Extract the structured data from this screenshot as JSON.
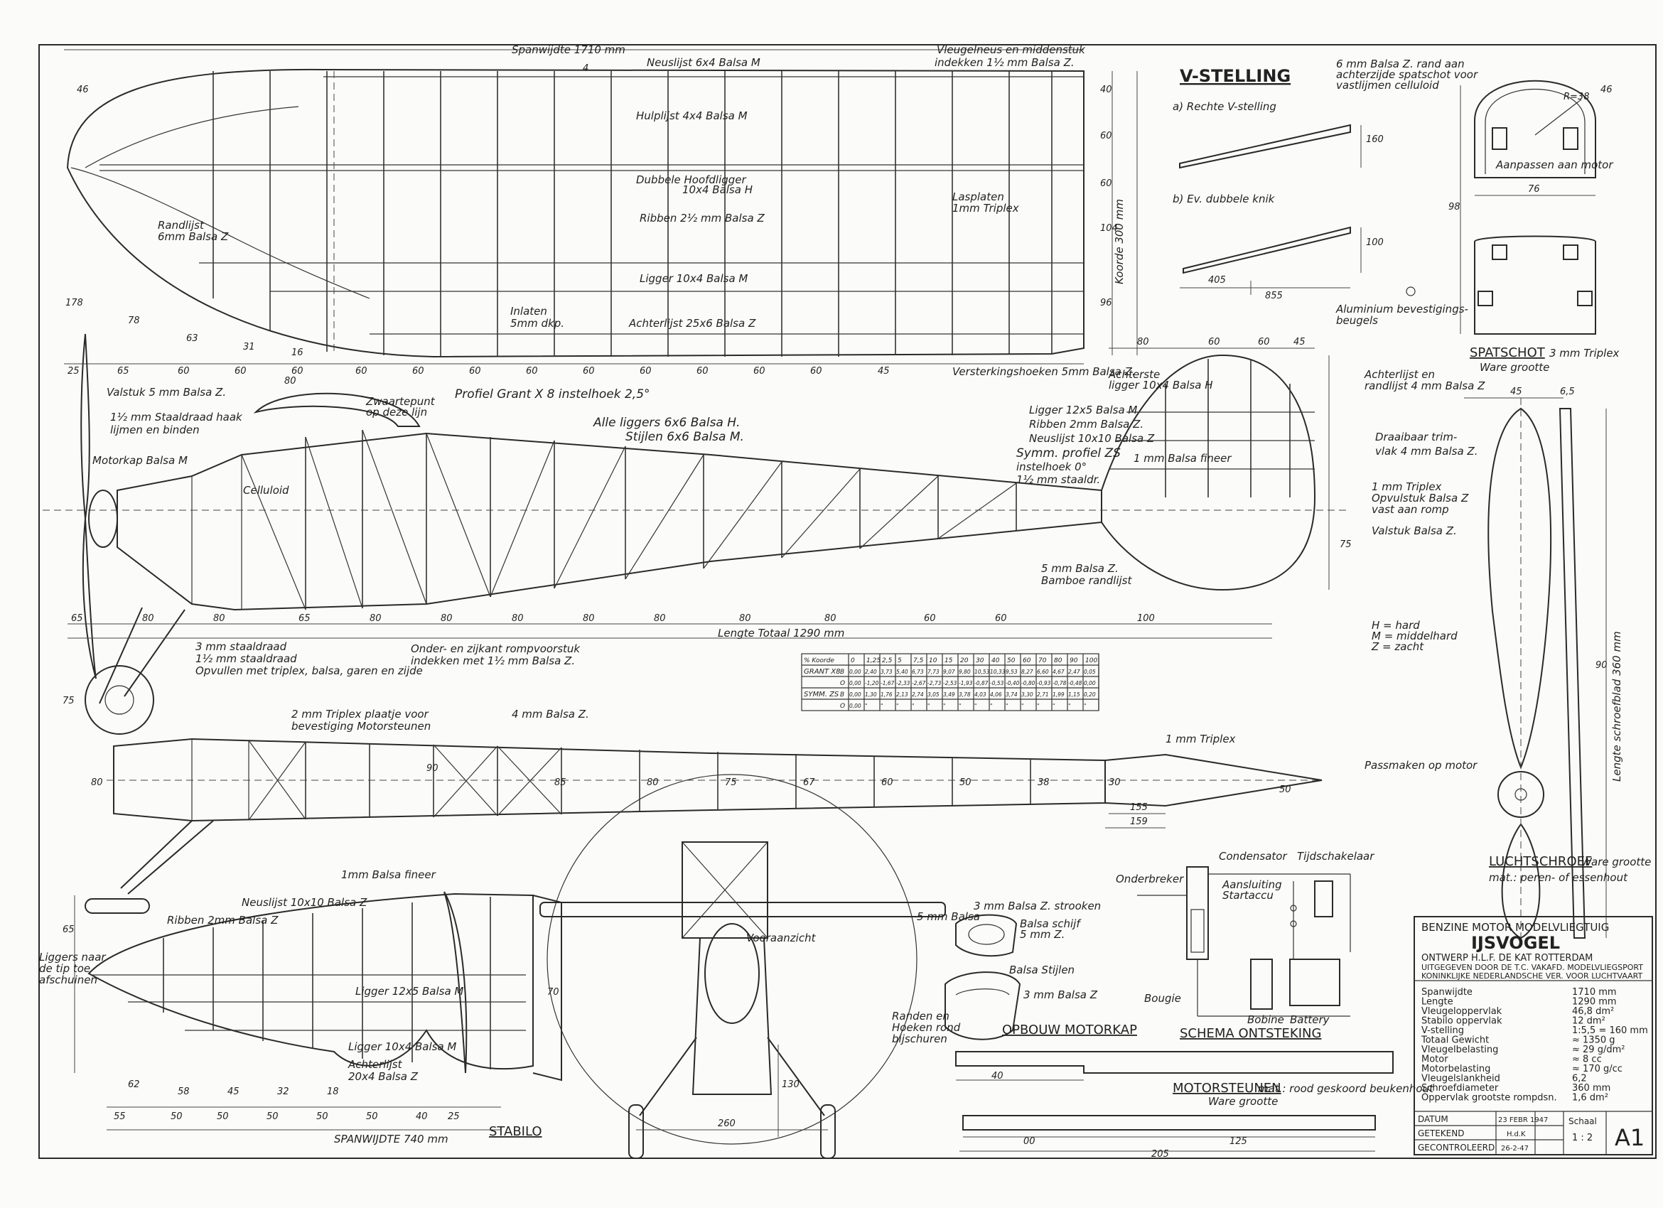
{
  "wing": {
    "span": "Spanwijdte 1710 mm",
    "nose_rib": "Neuslijst 6x4 Balsa M",
    "wing_note_1": "Vleugelneus en middenstuk",
    "wing_note_2": "indekken 1½ mm Balsa Z.",
    "aux_spar": "Hulplijst 4x4 Balsa M",
    "double_spar": "Dubbele Hoofdligger",
    "double_spar_2": "10x4 Balsa H",
    "ribs": "Ribben 2½ mm Balsa Z",
    "spar": "Ligger 10x4 Balsa M",
    "edge": "Randlijst",
    "edge_2": "6mm Balsa Z",
    "insets": "Inlaten",
    "insets_2": "5mm dkp.",
    "trailing": "Achterlijst 25x6 Balsa Z",
    "splice_1": "Lasplaten",
    "splice_2": "1mm Triplex",
    "chord": "Koorde 300 mm",
    "reinforce": "Versterkingshoeken 5mm Balsa Z.",
    "dims_top": [
      "46",
      "60",
      "104",
      "96",
      "60",
      "40"
    ],
    "dims_bottom": [
      "25",
      "65",
      "60",
      "60",
      "60",
      "60",
      "60",
      "60",
      "60",
      "60",
      "60",
      "60",
      "60",
      "60",
      "45"
    ],
    "dims_side": [
      "178",
      "78",
      "63",
      "31",
      "16",
      "4"
    ]
  },
  "vstelling": {
    "title": "V-STELLING",
    "a": "a) Rechte V-stelling",
    "b": "b) Ev. dubbele knik",
    "d160": "160",
    "d100": "100",
    "d405": "405",
    "d855": "855"
  },
  "spatschot": {
    "note_1": "6 mm Balsa Z. rand aan",
    "note_2": "achterzijde spatschot voor",
    "note_3": "vastlijmen celluloid",
    "r": "R=38",
    "adjust": "Aanpassen aan motor",
    "d76": "76",
    "d98": "98",
    "d46": "46",
    "alu_1": "Aluminium bevestigings-",
    "alu_2": "beugels",
    "title": "SPATSCHOT",
    "mat": "3 mm Triplex",
    "scale": "Ware grootte"
  },
  "fuselage": {
    "valstuk": "Valstuk 5 mm Balsa Z.",
    "hook_1": "1½ mm Staaldraad haak",
    "hook_2": "lijmen en binden",
    "motorkap": "Motorkap Balsa M",
    "celluloid": "Celluloid",
    "profile": "Profiel Grant X 8 instelhoek 2,5°",
    "cg_1": "Zwaartepunt",
    "cg_2": "op deze lijn",
    "longerons": "Alle liggers 6x6 Balsa H.",
    "stiles": "Stijlen 6x6 Balsa M.",
    "wire_1": "3 mm staaldraad",
    "wire_2": "1½ mm staaldraad",
    "wire_3": "Opvullen met triplex, balsa, garen en zijde",
    "underside_1": "Onder- en zijkant rompvoorstuk",
    "underside_2": "indekken met 1½ mm Balsa Z.",
    "length": "Lengte Totaal 1290 mm",
    "dims_bottom": [
      "65",
      "80",
      "80",
      "65",
      "80",
      "80",
      "80",
      "80",
      "80",
      "80",
      "80",
      "60",
      "60",
      "100"
    ],
    "dims_top": [
      "80"
    ],
    "d75": "75",
    "d75b": "75"
  },
  "fin": {
    "spar_rear": "Achterste",
    "spar_rear_2": "ligger 10x4 Balsa H",
    "ligger": "Ligger 12x5 Balsa M",
    "ribs": "Ribben 2mm Balsa Z.",
    "nose": "Neuslijst 10x10 Balsa Z",
    "profile": "Symm. profiel ZS",
    "angle": "instelhoek 0°",
    "wire": "1½ mm staaldr.",
    "fineer": "1 mm Balsa fineer",
    "balsa5": "5 mm Balsa Z.",
    "bamboo": "Bamboe randlijst",
    "trailing_1": "Achterlijst en",
    "trailing_2": "randlijst 4 mm Balsa Z",
    "trim_1": "Draaibaar trim-",
    "trim_2": "vlak 4 mm Balsa Z.",
    "triplex_1": "1 mm Triplex",
    "triplex_2": "Opvulstuk Balsa Z",
    "triplex_3": "vast aan romp",
    "valstuk": "Valstuk Balsa Z.",
    "dims_top": [
      "80",
      "60",
      "60",
      "45"
    ]
  },
  "legend": {
    "h": "H = hard",
    "m": "M = middelhard",
    "z": "Z = zacht"
  },
  "profile_table": {
    "header": [
      "% Koorde",
      "0",
      "1,25",
      "2,5",
      "5",
      "7,5",
      "10",
      "15",
      "20",
      "30",
      "40",
      "50",
      "60",
      "70",
      "80",
      "90",
      "100"
    ],
    "rows": [
      [
        "GRANT X8",
        "B",
        "0,00",
        "2,40",
        "3,73",
        "5,40",
        "6,73",
        "7,73",
        "9,07",
        "9,80",
        "10,53",
        "10,33",
        "9,53",
        "8,27",
        "6,60",
        "4,67",
        "2,47",
        "0,05"
      ],
      [
        "",
        "O",
        "0,00",
        "-1,20",
        "-1,67",
        "-2,33",
        "-2,67",
        "-2,73",
        "-2,53",
        "-1,93",
        "-0,87",
        "-0,53",
        "-0,40",
        "-0,80",
        "-0,93",
        "-0,78",
        "-0,48",
        "0,00"
      ],
      [
        "SYMM. ZS",
        "B",
        "0,00",
        "1,30",
        "1,76",
        "2,13",
        "2,74",
        "3,05",
        "3,49",
        "3,78",
        "4,03",
        "4,06",
        "3,74",
        "3,30",
        "2,71",
        "1,99",
        "1,15",
        "0,20"
      ],
      [
        "",
        "O",
        "0,00",
        "\"",
        "\"",
        "\"",
        "\"",
        "\"",
        "\"",
        "\"",
        "\"",
        "\"",
        "\"",
        "\"",
        "\"",
        "\"",
        "\"",
        "\""
      ]
    ]
  },
  "topview": {
    "plate_1": "2 mm Triplex plaatje voor",
    "plate_2": "bevestiging Motorsteunen",
    "balsa": "4 mm Balsa Z.",
    "triplex": "1 mm Triplex",
    "d155": "155",
    "d159": "159",
    "d50": "50",
    "dims": [
      "80",
      "85",
      "90",
      "80",
      "75",
      "67",
      "60",
      "50",
      "38",
      "30"
    ]
  },
  "propeller": {
    "title": "LUCHTSCHROEF",
    "scale": "Ware grootte",
    "mat": "mat.: peren- of essenhout",
    "fit": "Passmaken op motor",
    "length": "Lengte schroefblad 360 mm",
    "d45": "45",
    "d6": "6,5",
    "d90": "90"
  },
  "stabilo": {
    "title": "STABILO",
    "fineer": "1mm Balsa fineer",
    "nose": "Neuslijst 10x10 Balsa Z",
    "ribs": "Ribben 2mm Balsa Z",
    "taper_1": "Liggers naar",
    "taper_2": "de tip toe",
    "taper_3": "afschuinen",
    "spar1": "Ligger 12x5 Balsa M",
    "spar2": "Ligger 10x4 Balsa M",
    "trailing_1": "Achterlijst",
    "trailing_2": "20x4 Balsa Z",
    "span": "SPANWIJDTE 740 mm",
    "d65": "65",
    "d70": "70",
    "dims": [
      "55",
      "50",
      "50",
      "50",
      "50",
      "50",
      "40",
      "25"
    ],
    "dims_v": [
      "62",
      "58",
      "45",
      "32",
      "18"
    ]
  },
  "front": {
    "label": "Vooraanzicht",
    "d260": "260",
    "d130": "130"
  },
  "motorkap": {
    "title": "OPBOUW MOTORKAP",
    "strip": "3 mm Balsa Z. strooken",
    "balsa5": "5 mm Balsa",
    "schijf_1": "Balsa schijf",
    "schijf_2": "5 mm Z.",
    "stiles": "Balsa Stijlen",
    "balsa3": "3 mm Balsa Z",
    "round_1": "Randen en",
    "round_2": "Hoeken rond",
    "round_3": "bijschuren"
  },
  "ignition": {
    "title": "SCHEMA ONTSTEKING",
    "condenser": "Condensator",
    "timer": "Tijdschakelaar",
    "breaker": "Onderbreker",
    "start_1": "Aansluiting",
    "start_2": "Startaccu",
    "plug": "Bougie",
    "coil": "Bobine",
    "battery": "Battery"
  },
  "motorsteunen": {
    "title": "MOTORSTEUNEN",
    "mat": "mat.: rood geskoord beukenhout",
    "scale": "Ware grootte",
    "d40": "40",
    "d00": "00",
    "d125": "125",
    "d205": "205"
  },
  "titleblock": {
    "line1": "BENZINE MOTOR MODELVLIEGTUIG",
    "name": "IJSVOGEL",
    "design": "ONTWERP H.L.F. DE KAT ROTTERDAM",
    "publisher": "UITGEGEVEN DOOR DE T.C. VAKAFD. MODELVLIEGSPORT",
    "org": "KONINKLIJKE NEDERLANDSCHE VER. VOOR LUCHTVAART",
    "specs": [
      {
        "k": "Spanwijdte",
        "v": "1710 mm"
      },
      {
        "k": "Lengte",
        "v": "1290 mm"
      },
      {
        "k": "Vleugeloppervlak",
        "v": "46,8 dm²"
      },
      {
        "k": "Stabilo oppervlak",
        "v": "12 dm²"
      },
      {
        "k": "V-stelling",
        "v": "1:5,5 = 160 mm"
      },
      {
        "k": "Totaal Gewicht",
        "v": "≈ 1350 g"
      },
      {
        "k": "Vleugelbelasting",
        "v": "≈ 29 g/dm²"
      },
      {
        "k": "Motor",
        "v": "≈ 8 cc"
      },
      {
        "k": "Motorbelasting",
        "v": "≈ 170 g/cc"
      },
      {
        "k": "Vleugelslankheid",
        "v": "6,2"
      },
      {
        "k": "Schroefdiameter",
        "v": "360 mm"
      },
      {
        "k": "Oppervlak grootste rompdsn.",
        "v": "1,6 dm²"
      }
    ],
    "date_k": "DATUM",
    "date_v": "23 FEBR 1947",
    "drawn_k": "GETEKEND",
    "drawn_v": "H.d.K",
    "checked_k": "GECONTROLEERD",
    "checked_v": "26-2-47",
    "scale_k": "Schaal",
    "scale_v": "1 : 2",
    "sheet": "A1"
  }
}
